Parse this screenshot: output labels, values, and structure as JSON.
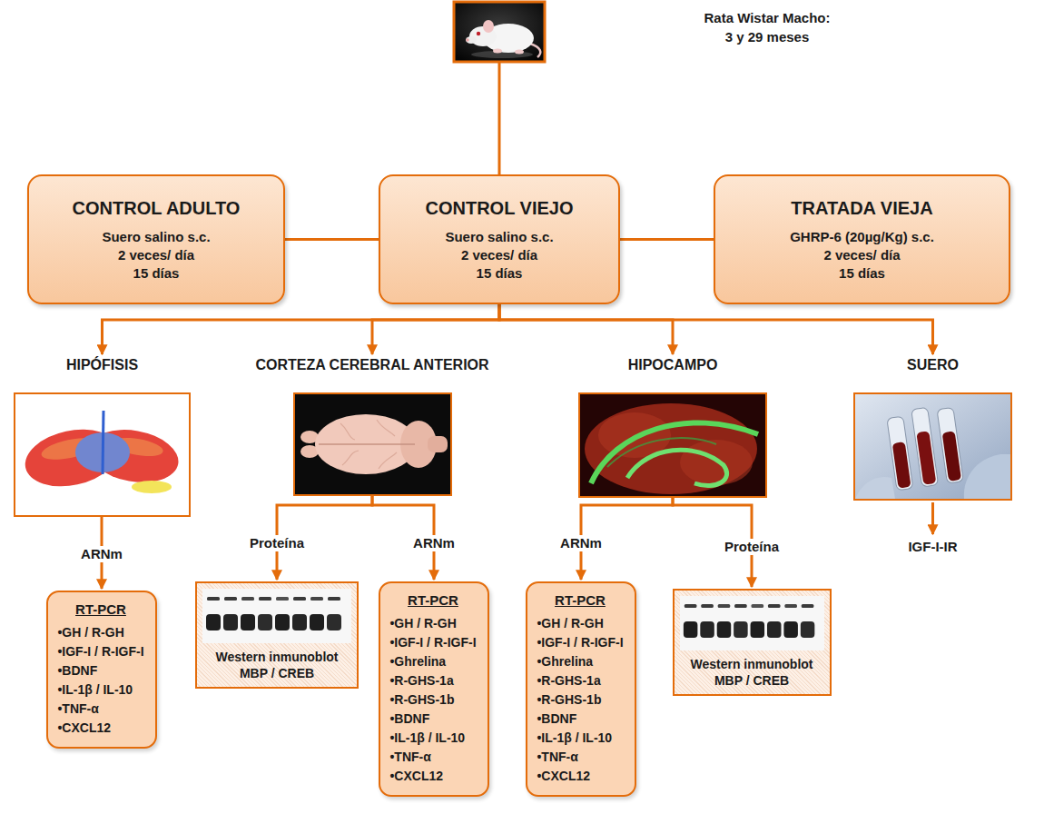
{
  "diagram": {
    "nodes": [
      {
        "text": [
          "CONTROL ADULTO",
          "Suero salino s.c.",
          "2 veces/ día",
          "15 días"
        ]
      },
      {
        "text": [
          "CONTROL VIEJO",
          "Suero salino s.c.",
          "2 veces/ día",
          "15 días"
        ]
      },
      {
        "text": [
          "TRATADA VIEJA",
          "GHRP-6 (20µg/Kg) s.c.",
          "2 veces/ día",
          "15 días"
        ]
      },
      {
        "text": [
          "HIPÓFISIS"
        ]
      },
      {
        "text": [
          "CORTEZA CEREBRAL ANTERIOR"
        ]
      },
      {
        "text": [
          "HIPOCAMPO"
        ]
      },
      {
        "text": [
          "SUERO"
        ]
      },
      {
        "text": [
          "RT-PCR",
          "•GH / R-GH",
          "•IGF-I / R-IGF-I",
          "•BDNF",
          "•IL-1β / IL-10",
          "•TNF-α",
          "•CXCL12"
        ]
      },
      {
        "text": [
          "Western inmunoblot",
          "MBP / CREB"
        ]
      },
      {
        "text": [
          "RT-PCR",
          "•GH / R-GH",
          "•IGF-I / R-IGF-I",
          "•Ghrelina",
          "•R-GHS-1a",
          "•R-GHS-1b",
          "•BDNF",
          "•IL-1β / IL-10",
          "•TNF-α",
          "•CXCL12"
        ]
      },
      {
        "text": [
          "RT-PCR",
          "•GH / R-GH",
          "•IGF-I / R-IGF-I",
          "•Ghrelina",
          "•R-GHS-1a",
          "•R-GHS-1b",
          "•BDNF",
          "•IL-1β / IL-10",
          "•TNF-α",
          "•CXCL12"
        ]
      },
      {
        "text": [
          "Western inmunoblot",
          "MBP / CREB"
        ]
      }
    ],
    "edges": [
      {
        "from": 0,
        "to": 1,
        "arrow": "none"
      },
      {
        "from": 1,
        "to": 2,
        "arrow": "none"
      },
      {
        "from": 1,
        "to": 3,
        "arrow": "to"
      },
      {
        "from": 1,
        "to": 4,
        "arrow": "to"
      },
      {
        "from": 1,
        "to": 5,
        "arrow": "to"
      },
      {
        "from": 1,
        "to": 6,
        "arrow": "to"
      },
      {
        "from": 3,
        "to": 7,
        "label": "ARNm",
        "arrow": "to"
      },
      {
        "from": 4,
        "to": 8,
        "label": "Proteína",
        "arrow": "to"
      },
      {
        "from": 4,
        "to": 9,
        "label": "ARNm",
        "arrow": "to"
      },
      {
        "from": 5,
        "to": 10,
        "label": "ARNm",
        "arrow": "to"
      },
      {
        "from": 5,
        "to": 11,
        "label": "Proteína",
        "arrow": "to"
      }
    ],
    "labels": [
      "Rata Wistar Macho:",
      "3 y 29 meses",
      "IGF-I-IR"
    ]
  }
}
